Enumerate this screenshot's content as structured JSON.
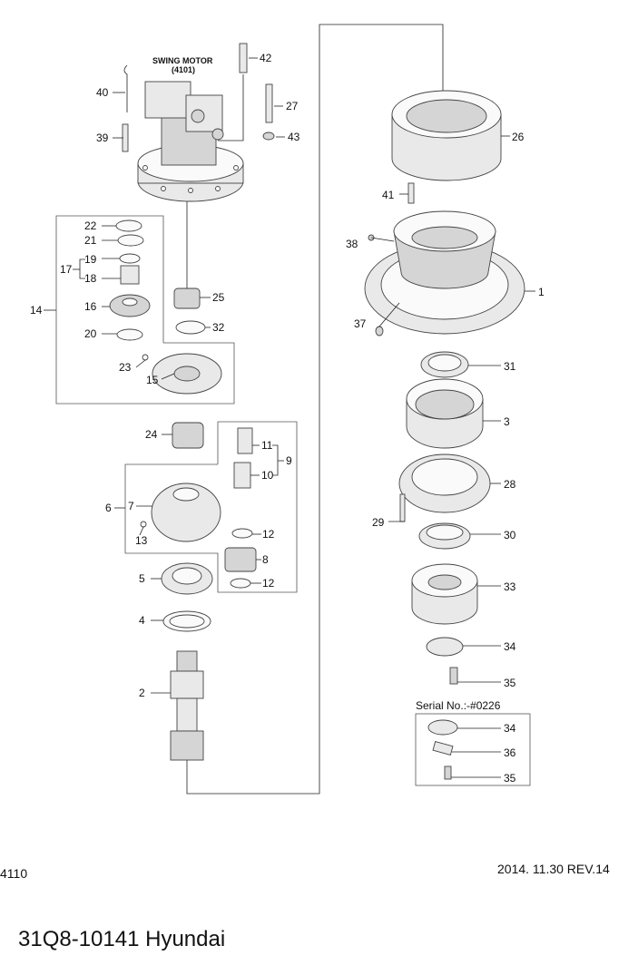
{
  "diagram": {
    "motor_title": "SWING MOTOR",
    "motor_ref": "(4101)",
    "serial_note": "Serial No.:-#0226",
    "callouts": {
      "c1": "1",
      "c2": "2",
      "c3": "3",
      "c4": "4",
      "c5": "5",
      "c6": "6",
      "c7": "7",
      "c8": "8",
      "c9": "9",
      "c10": "10",
      "c11": "11",
      "c12a": "12",
      "c12b": "12",
      "c13": "13",
      "c14": "14",
      "c15": "15",
      "c16": "16",
      "c17": "17",
      "c18": "18",
      "c19": "19",
      "c20": "20",
      "c21": "21",
      "c22": "22",
      "c23": "23",
      "c24": "24",
      "c25": "25",
      "c26": "26",
      "c27": "27",
      "c28": "28",
      "c29": "29",
      "c30": "30",
      "c31": "31",
      "c32": "32",
      "c33": "33",
      "c34a": "34",
      "c34b": "34",
      "c35a": "35",
      "c35b": "35",
      "c36": "36",
      "c37": "37",
      "c38": "38",
      "c39": "39",
      "c40": "40",
      "c41": "41",
      "c42": "42",
      "c43": "43"
    }
  },
  "footer": {
    "code": "4110",
    "revision": "2014. 11.30  REV.14",
    "part_title": "31Q8-10141 Hyundai"
  }
}
